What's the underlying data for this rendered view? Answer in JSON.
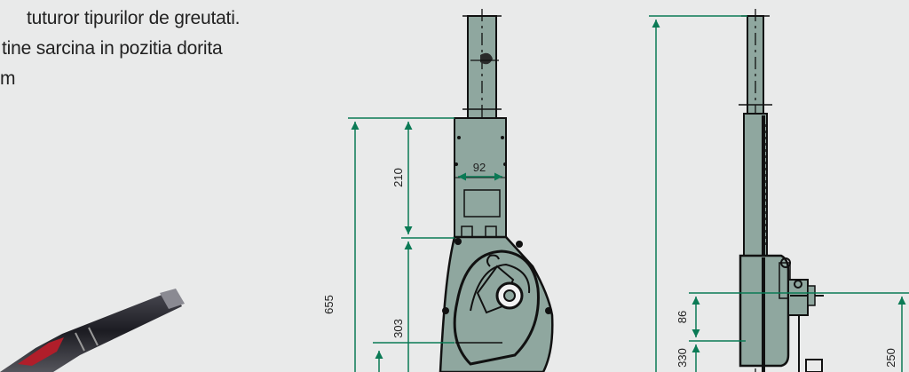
{
  "text_lines": [
    "tuturor tipurilor de greutati.",
    "tine sarcina in pozitia dorita",
    "m"
  ],
  "dimensions": {
    "d655": "655",
    "d210": "210",
    "d303": "303",
    "d92": "92",
    "d86": "86",
    "d330": "330",
    "d250": "250"
  },
  "colors": {
    "background": "#e9eaea",
    "body_fill": "#8fa79f",
    "dimension_green": "#0b7a55",
    "line": "#111111",
    "rod_dark": "#222222",
    "rod_red": "#b01e2a"
  }
}
